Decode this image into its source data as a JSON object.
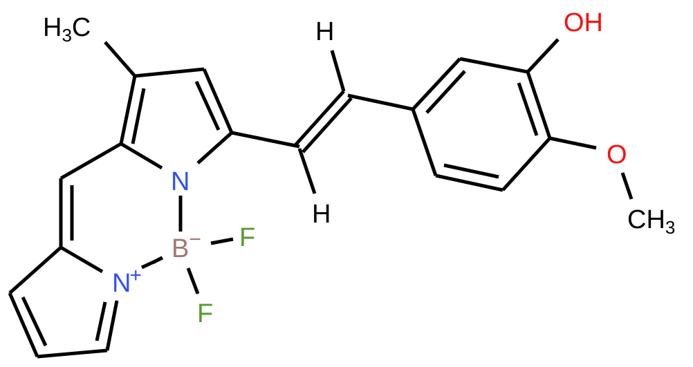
{
  "molecule": {
    "description": "BODIPY styryl dye with 3-hydroxy-4-methoxyphenyl vinyl substituent",
    "atoms": {
      "methyl_top": {
        "main": "H",
        "sub": "3",
        "tail": "C",
        "color": "#000000"
      },
      "n_upper": {
        "label": "N",
        "color": "#3050F8"
      },
      "n_lower": {
        "label": "N",
        "charge": "+",
        "color": "#3050F8"
      },
      "boron": {
        "label": "B",
        "charge": "−",
        "color": "#A67573"
      },
      "f1": {
        "label": "F",
        "color": "#5A9A2E"
      },
      "f2": {
        "label": "F",
        "color": "#5A9A2E"
      },
      "h_vinyl_top": {
        "label": "H",
        "color": "#000000"
      },
      "h_vinyl_bottom": {
        "label": "H",
        "color": "#000000"
      },
      "hydroxyl": {
        "label": "OH",
        "color": "#FF0D0D"
      },
      "methoxy_o": {
        "label": "O",
        "color": "#FF0D0D"
      },
      "methoxy_ch3": {
        "main": "CH",
        "sub": "3",
        "color": "#000000"
      }
    },
    "bonds": [
      {
        "id": "ch3-c",
        "type": "single"
      },
      {
        "id": "upper-pyrrole",
        "type": "ring5"
      },
      {
        "id": "meso",
        "type": "double"
      },
      {
        "id": "lower-pyrrole",
        "type": "ring5"
      },
      {
        "id": "n-b",
        "type": "single"
      },
      {
        "id": "b-f",
        "type": "single"
      },
      {
        "id": "vinyl",
        "type": "double-trans"
      },
      {
        "id": "benzene",
        "type": "ring6-aromatic"
      },
      {
        "id": "c-oh",
        "type": "single"
      },
      {
        "id": "c-o-ch3",
        "type": "single"
      }
    ]
  }
}
